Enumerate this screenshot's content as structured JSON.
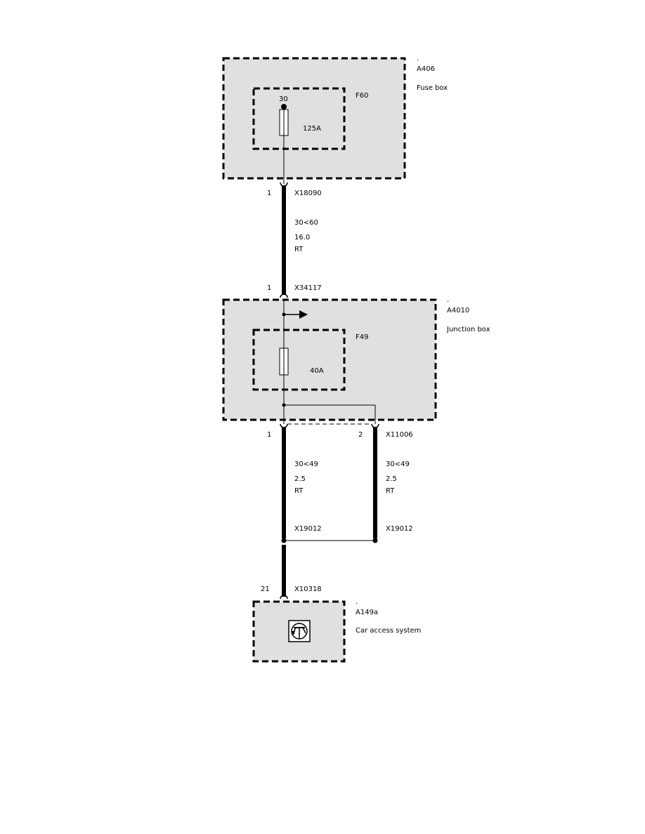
{
  "colors": {
    "box_fill": "#e0e0e0",
    "line": "#000000",
    "background": "#ffffff"
  },
  "components": {
    "fuse_box": {
      "id": "A406",
      "name": "Fuse box",
      "dot": "."
    },
    "fuse_f60": {
      "id": "F60",
      "rating": "125A",
      "terminal": "30"
    },
    "junction_box": {
      "id": "A4010",
      "name": "Junction box",
      "dot": "."
    },
    "fuse_f49": {
      "id": "F49",
      "rating": "40A"
    },
    "car_access": {
      "id": "A149a",
      "name": "Car access system",
      "dot": ".",
      "icon": "transistor-icon"
    }
  },
  "connectors": {
    "x18090": {
      "id": "X18090",
      "pin": "1"
    },
    "x34117": {
      "id": "X34117",
      "pin": "1"
    },
    "x11006": {
      "id": "X11006",
      "pin_left": "1",
      "pin_right": "2"
    },
    "x19012_left": {
      "id": "X19012"
    },
    "x19012_right": {
      "id": "X19012"
    },
    "x10318": {
      "id": "X10318",
      "pin": "21"
    }
  },
  "wires": {
    "main": {
      "circuit": "30<60",
      "size": "16.0",
      "color": "RT"
    },
    "left": {
      "circuit": "30<49",
      "size": "2.5",
      "color": "RT"
    },
    "right": {
      "circuit": "30<49",
      "size": "2.5",
      "color": "RT"
    }
  }
}
